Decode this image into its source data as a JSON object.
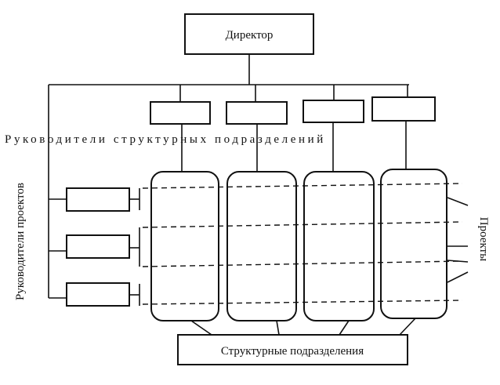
{
  "director": {
    "label": "Директор"
  },
  "structural_heads": {
    "caption": "Руководители структурных подразделений"
  },
  "project_heads": {
    "caption": "Руководители проектов"
  },
  "projects": {
    "caption": "Проекты"
  },
  "structural_units": {
    "label": "Структурные подразделения"
  },
  "colors": {
    "ink": "#111111",
    "background": "#ffffff"
  }
}
